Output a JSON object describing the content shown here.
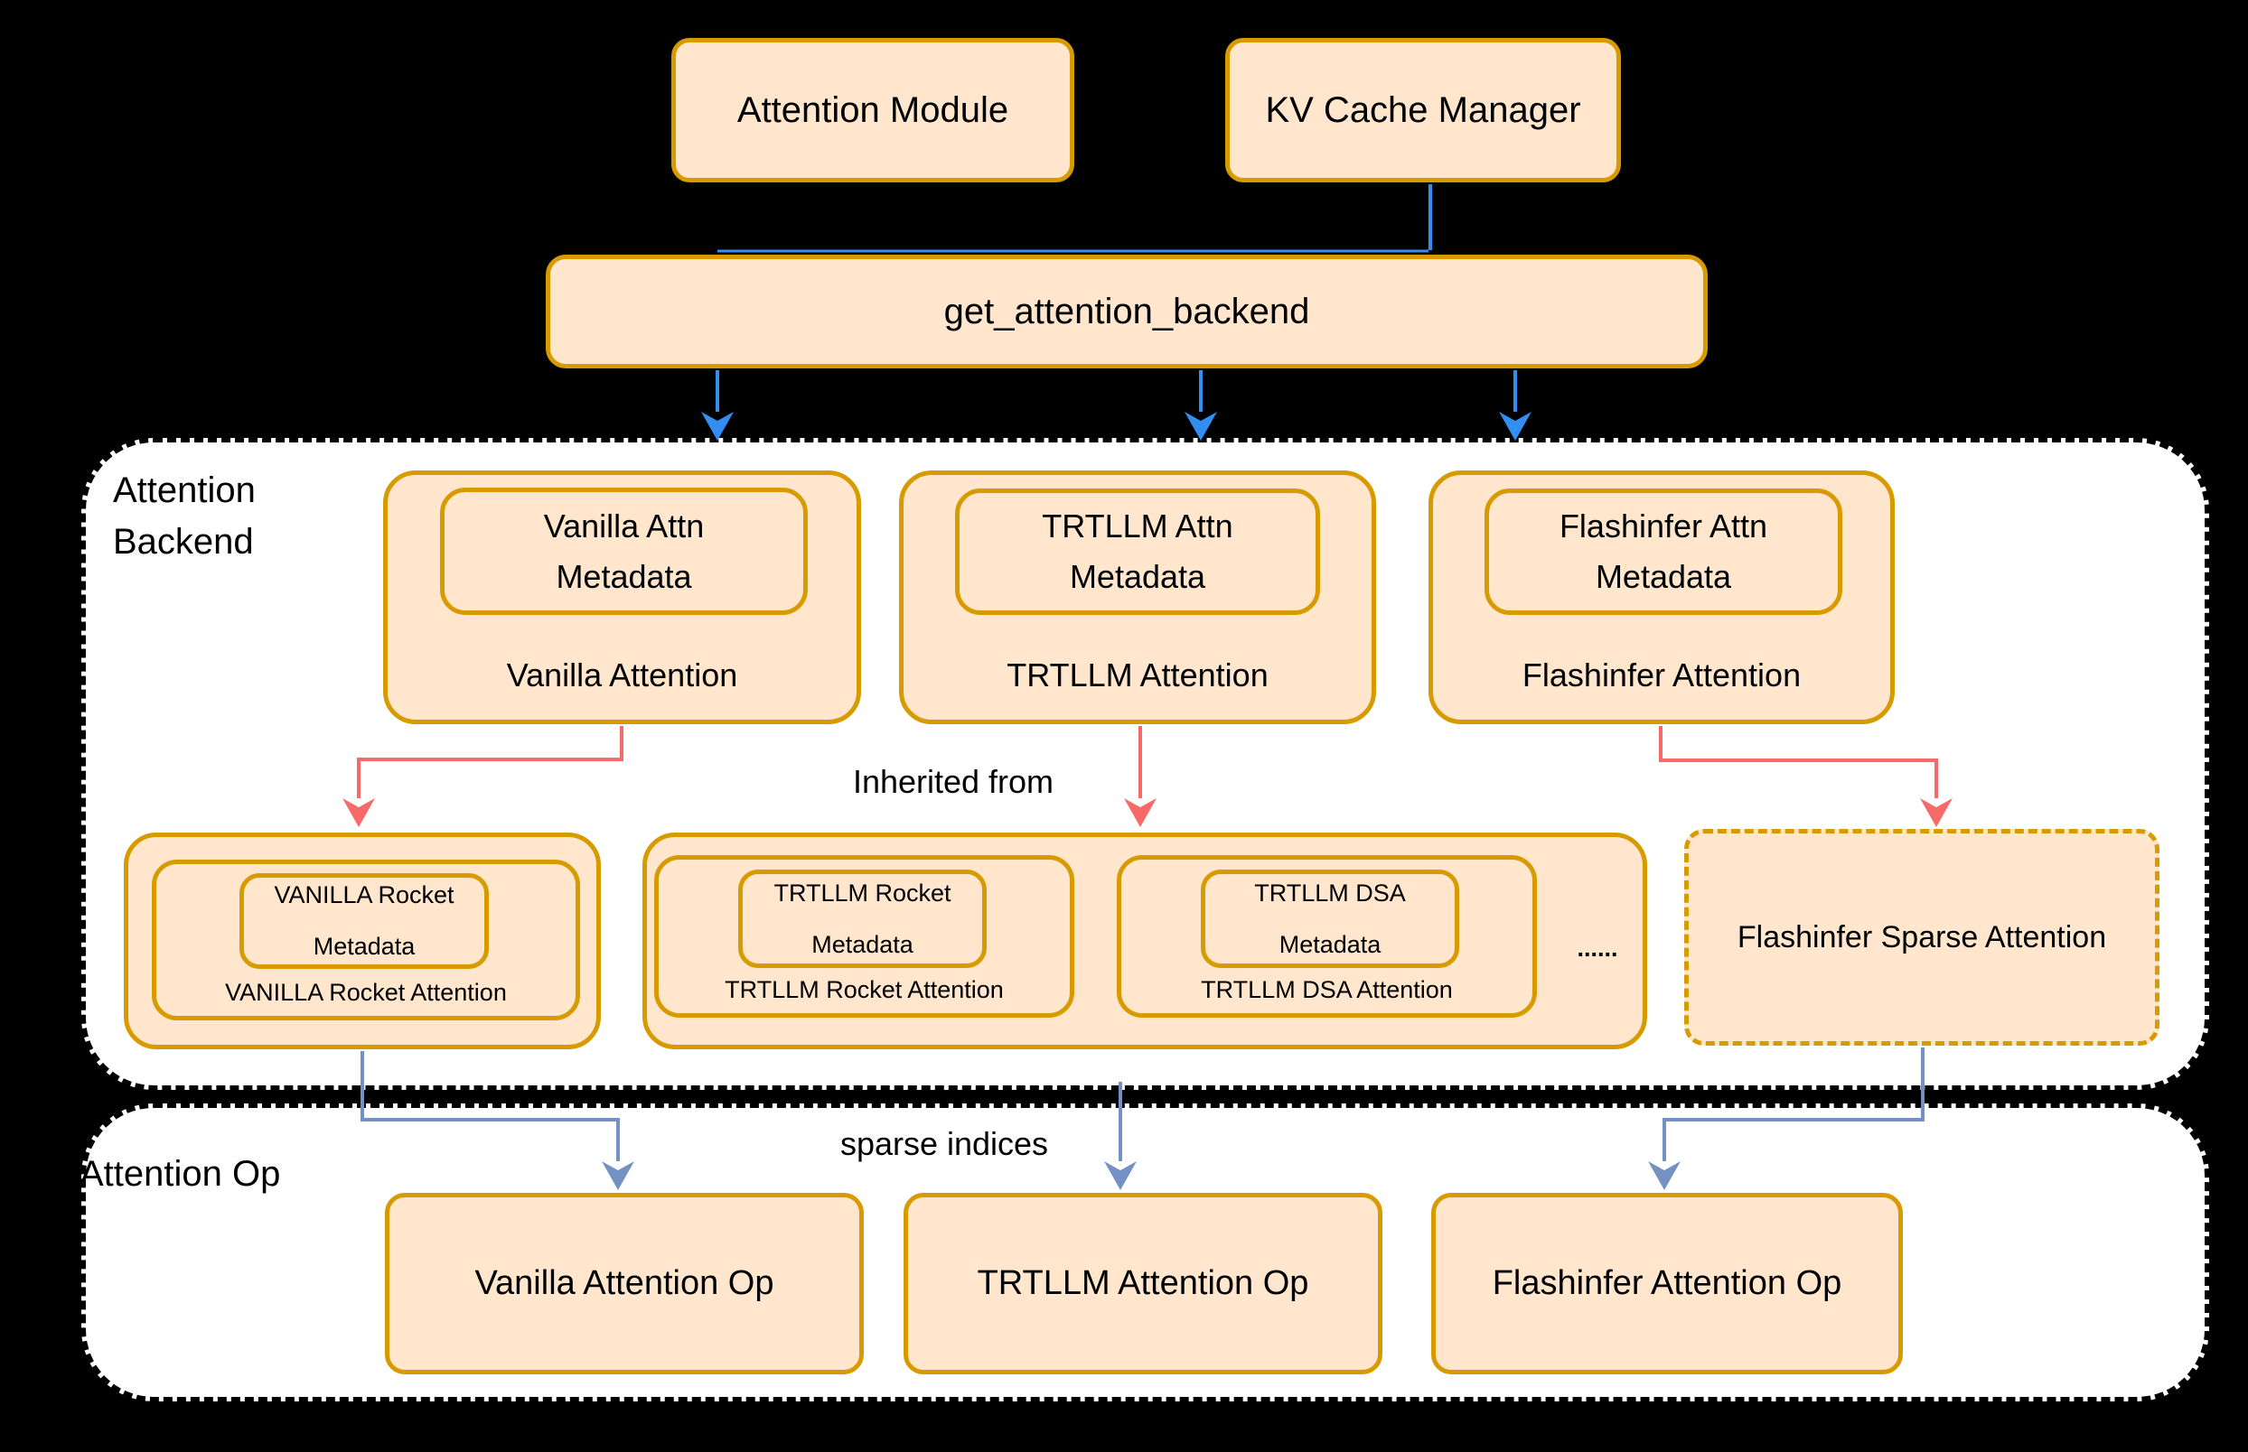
{
  "colors": {
    "page_bg": "#000000",
    "region_bg": "#ffffff",
    "region_border": "#000000",
    "box_fill": "#ffe6cc",
    "box_border": "#d79b00",
    "text": "#000000",
    "arrow_blue": "#338ef2",
    "arrow_red": "#f8696a",
    "arrow_slate": "#7491c4"
  },
  "top_row": {
    "attention_module": "Attention Module",
    "kv_cache_manager": "KV Cache Manager"
  },
  "dispatcher": {
    "label": "get_attention_backend"
  },
  "backend_region": {
    "title_line1": "Attention",
    "title_line2": "Backend",
    "inherited_from_label": "Inherited from",
    "backends": [
      {
        "metadata_line1": "Vanilla Attn",
        "metadata_line2": "Metadata",
        "name": "Vanilla Attention"
      },
      {
        "metadata_line1": "TRTLLM Attn",
        "metadata_line2": "Metadata",
        "name": "TRTLLM Attention"
      },
      {
        "metadata_line1": "Flashinfer Attn",
        "metadata_line2": "Metadata",
        "name": "Flashinfer Attention"
      }
    ],
    "derived": {
      "vanilla_rocket": {
        "metadata_line1": "VANILLA Rocket",
        "metadata_line2": "Metadata",
        "name": "VANILLA Rocket Attention"
      },
      "trtllm_rocket": {
        "metadata_line1": "TRTLLM Rocket",
        "metadata_line2": "Metadata",
        "name": "TRTLLM Rocket Attention"
      },
      "trtllm_dsa": {
        "metadata_line1": "TRTLLM DSA",
        "metadata_line2": "Metadata",
        "name": "TRTLLM DSA Attention"
      },
      "ellipsis": "......",
      "flashinfer_sparse": {
        "name": "Flashinfer Sparse Attention"
      }
    }
  },
  "op_region": {
    "title": "Attention Op",
    "sparse_indices_label": "sparse indices",
    "ops": [
      {
        "name": "Vanilla Attention Op"
      },
      {
        "name": "TRTLLM Attention Op"
      },
      {
        "name": "Flashinfer Attention Op"
      }
    ]
  }
}
